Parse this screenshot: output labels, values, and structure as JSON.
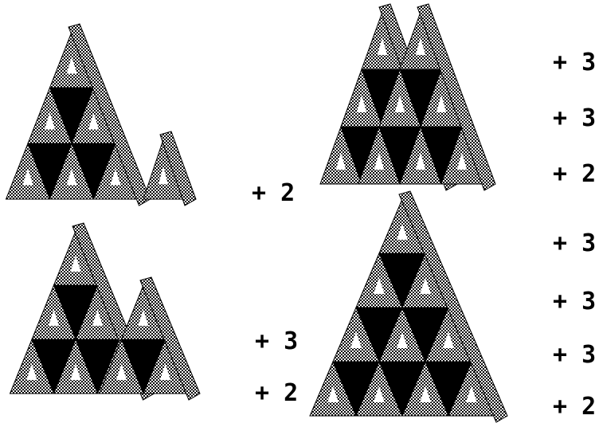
{
  "colors": {
    "background": "#ffffff",
    "ink": "#000000",
    "hatch": "#8a8a8a"
  },
  "figures": [
    {
      "name": "figure-top-left",
      "labels": []
    },
    {
      "name": "figure-top-right",
      "labels": []
    },
    {
      "name": "figure-bottom-left",
      "labels": []
    },
    {
      "name": "figure-bottom-right",
      "labels": []
    }
  ],
  "labels": {
    "middle_top": "+ 2",
    "middle_bottom": [
      "+ 3",
      "+ 2"
    ],
    "right_top": [
      "+ 3",
      "+ 3",
      "+ 2"
    ],
    "right_bottom": [
      "+ 3",
      "+ 3",
      "+ 3",
      "+ 2"
    ]
  }
}
